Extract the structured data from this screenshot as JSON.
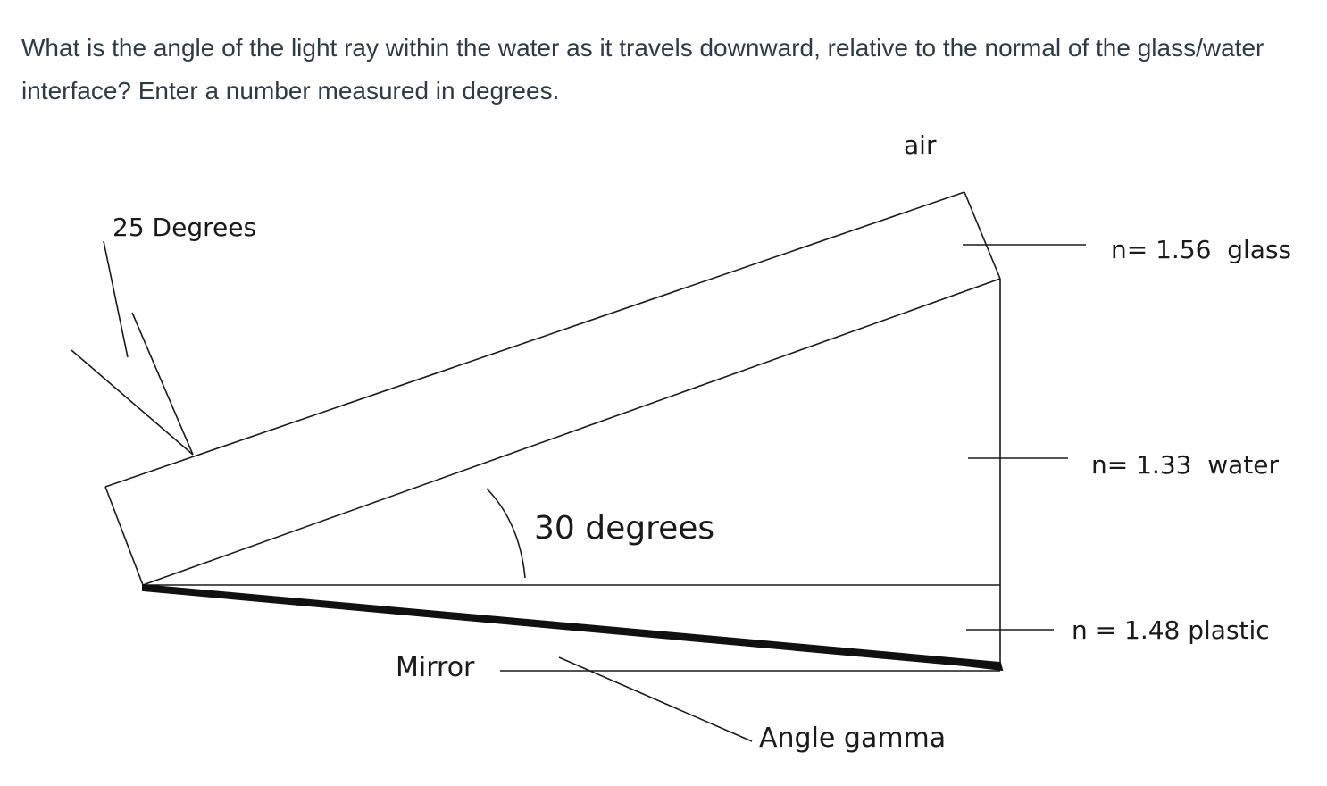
{
  "question": {
    "text": "What is the angle of the light ray within the water as it travels downward, relative to the normal of the glass/water interface? Enter a number measured in degrees."
  },
  "diagram": {
    "labels": {
      "air": "air",
      "incident_angle": "25 Degrees",
      "glass": "n= 1.56  glass",
      "water": "n= 1.33  water",
      "plastic": "n = 1.48 plastic",
      "wedge_angle": "30 degrees",
      "mirror": "Mirror",
      "angle_gamma": "Angle gamma"
    },
    "values": {
      "incident_angle_deg": 25,
      "wedge_angle_deg": 30,
      "n_glass": 1.56,
      "n_water": 1.33,
      "n_plastic": 1.48
    },
    "colors": {
      "line": "#1a1a1a",
      "text": "#2d3b45"
    }
  }
}
